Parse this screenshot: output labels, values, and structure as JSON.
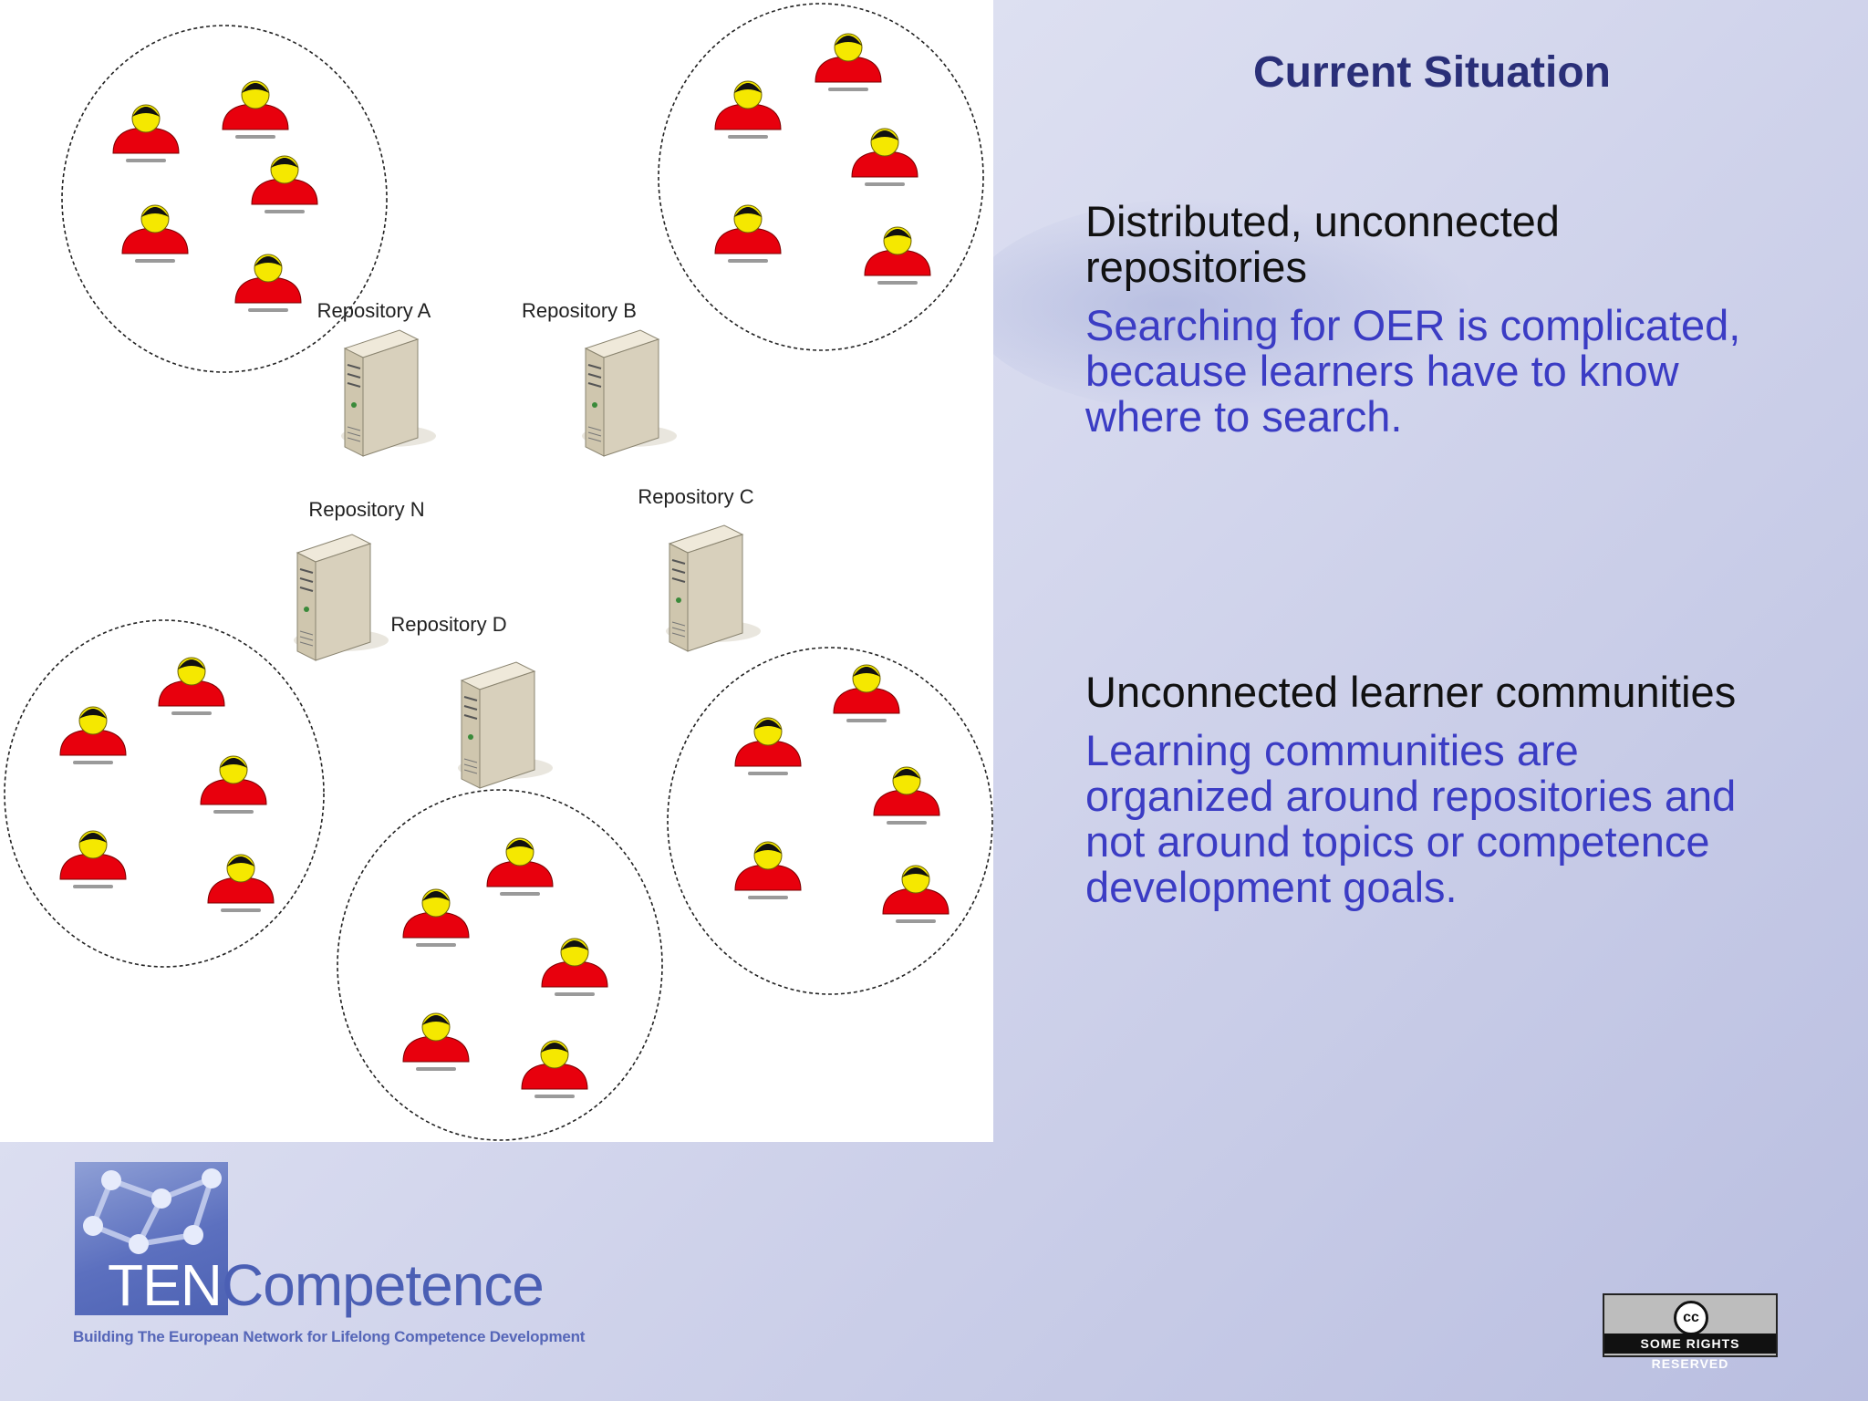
{
  "slide": {
    "title": "Current Situation",
    "section1": {
      "heading": "Distributed, unconnected repositories",
      "body": "Searching for OER is complicated, because learners have to know where to search."
    },
    "section2": {
      "heading": "Unconnected learner communities",
      "body": "Learning communities are organized around repositories and not around topics or competence development goals."
    }
  },
  "diagram": {
    "repositories": [
      {
        "id": "a",
        "label": "Repository A"
      },
      {
        "id": "b",
        "label": "Repository B"
      },
      {
        "id": "n",
        "label": "Repository N"
      },
      {
        "id": "c",
        "label": "Repository C"
      },
      {
        "id": "d",
        "label": "Repository D"
      }
    ],
    "communities": [
      {
        "id": "top-left",
        "member_count": 5
      },
      {
        "id": "top-right",
        "member_count": 5
      },
      {
        "id": "bottom-left",
        "member_count": 5
      },
      {
        "id": "bottom-center",
        "member_count": 5
      },
      {
        "id": "bottom-right",
        "member_count": 5
      }
    ],
    "colors": {
      "person_body": "#e8000d",
      "person_face": "#f5e800",
      "person_hair": "#111111",
      "server": "#d8d0bc"
    }
  },
  "logo": {
    "word_ten": "TEN",
    "word_competence": "Competence",
    "tagline": "Building The European Network for Lifelong Competence Development"
  },
  "license": {
    "symbol": "cc",
    "text": "SOME RIGHTS RESERVED"
  }
}
